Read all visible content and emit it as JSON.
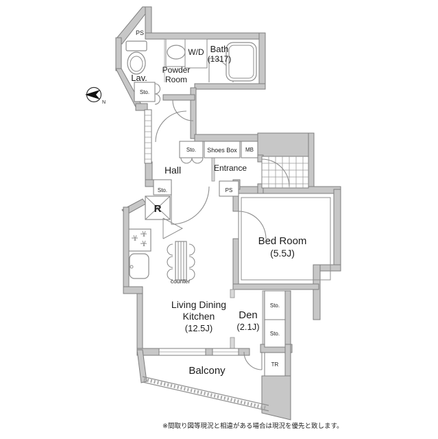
{
  "plan": {
    "rooms": {
      "lav": "Lav.",
      "powder_room_1": "Powder",
      "powder_room_2": "Room",
      "wd": "W/D",
      "bath": "Bath",
      "bath_size": "(1317)",
      "hall": "Hall",
      "entrance": "Entrance",
      "shoes_box": "Shoes Box",
      "mb": "MB",
      "ps": "PS",
      "sto": "Sto.",
      "refrigerator": "R",
      "counter": "counter",
      "ldk_1": "Living Dining",
      "ldk_2": "Kitchen",
      "ldk_size": "(12.5J)",
      "bed_room": "Bed Room",
      "bed_size": "(5.5J)",
      "den": "Den",
      "den_size": "(2.1J)",
      "balcony": "Balcony",
      "tr": "TR",
      "compass_n": "N"
    },
    "disclaimer": "※間取り図等現況と相違がある場合は現況を優先と致します。",
    "colors": {
      "wall_fill": "#c7c7c7",
      "wall_stroke": "#7e7e7e",
      "text": "#1c1c1c"
    }
  }
}
